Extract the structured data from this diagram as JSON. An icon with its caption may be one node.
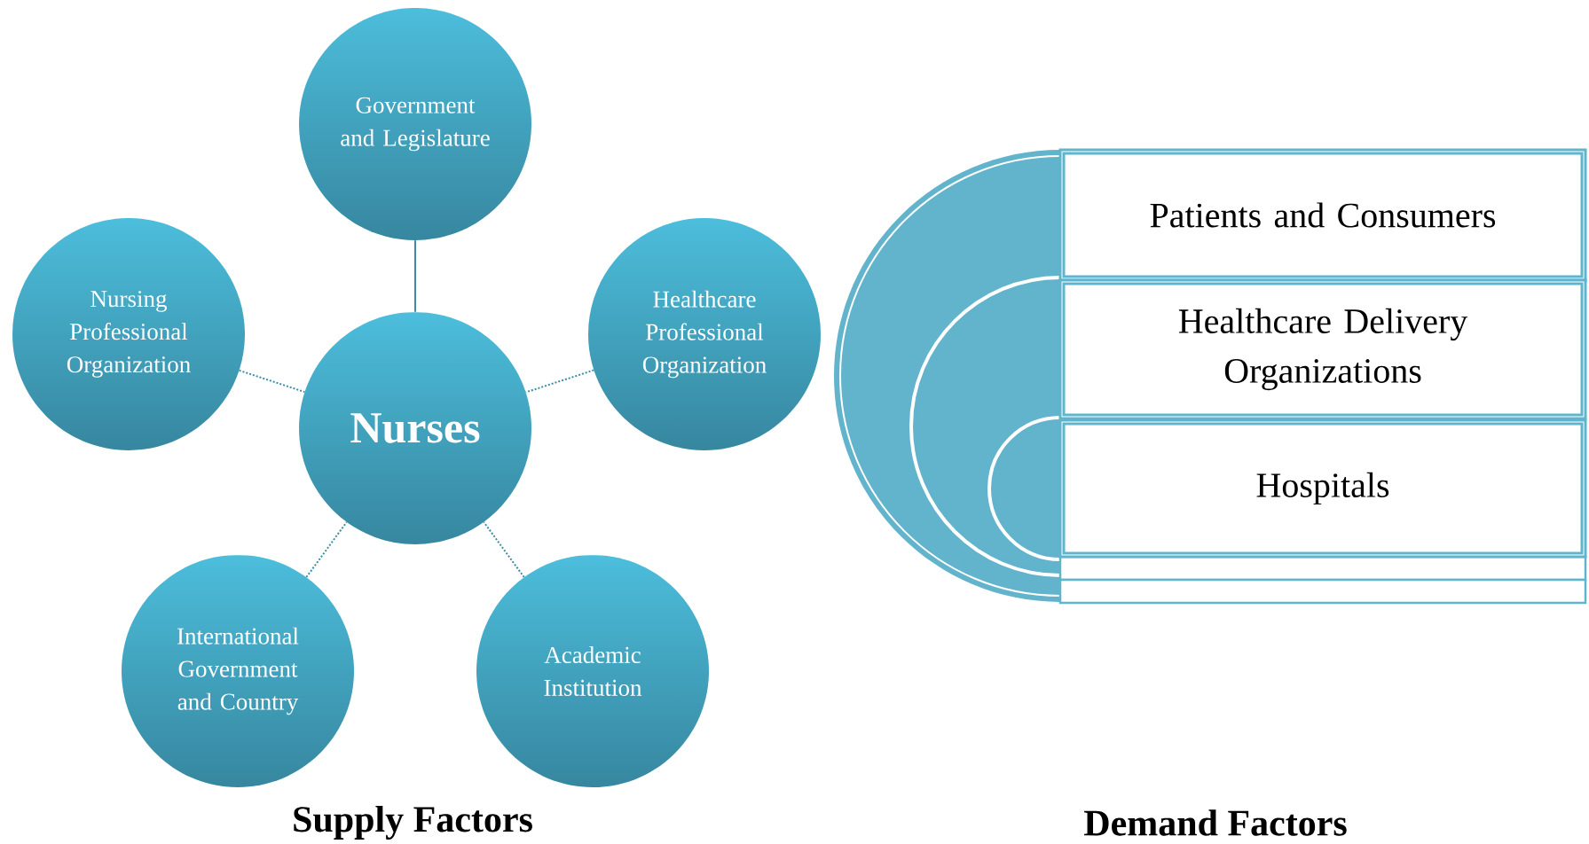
{
  "diagram": {
    "nodes": [
      {
        "text": [
          "Government and Legislature"
        ]
      },
      {
        "text": [
          "Nursing Professional Organization"
        ]
      },
      {
        "text": [
          "Nurses"
        ]
      },
      {
        "text": [
          "Healthcare Professional Organization"
        ]
      },
      {
        "text": [
          "International Government and Country"
        ]
      },
      {
        "text": [
          "Academic Institution"
        ]
      },
      {
        "text": [
          "Patients and Consumers"
        ]
      },
      {
        "text": [
          "Healthcare Delivery Organizations"
        ]
      },
      {
        "text": [
          "Hospitals"
        ]
      }
    ],
    "edges": [
      {
        "from": 0,
        "to": 2,
        "arrow": "none"
      },
      {
        "from": 1,
        "to": 2,
        "arrow": "none",
        "style": "dashed"
      },
      {
        "from": 3,
        "to": 2,
        "arrow": "none",
        "style": "dashed"
      },
      {
        "from": 4,
        "to": 2,
        "arrow": "none",
        "style": "dashed"
      },
      {
        "from": 5,
        "to": 2,
        "arrow": "none",
        "style": "dashed"
      }
    ],
    "labels": [
      "Supply Factors",
      "Demand Factors"
    ]
  }
}
